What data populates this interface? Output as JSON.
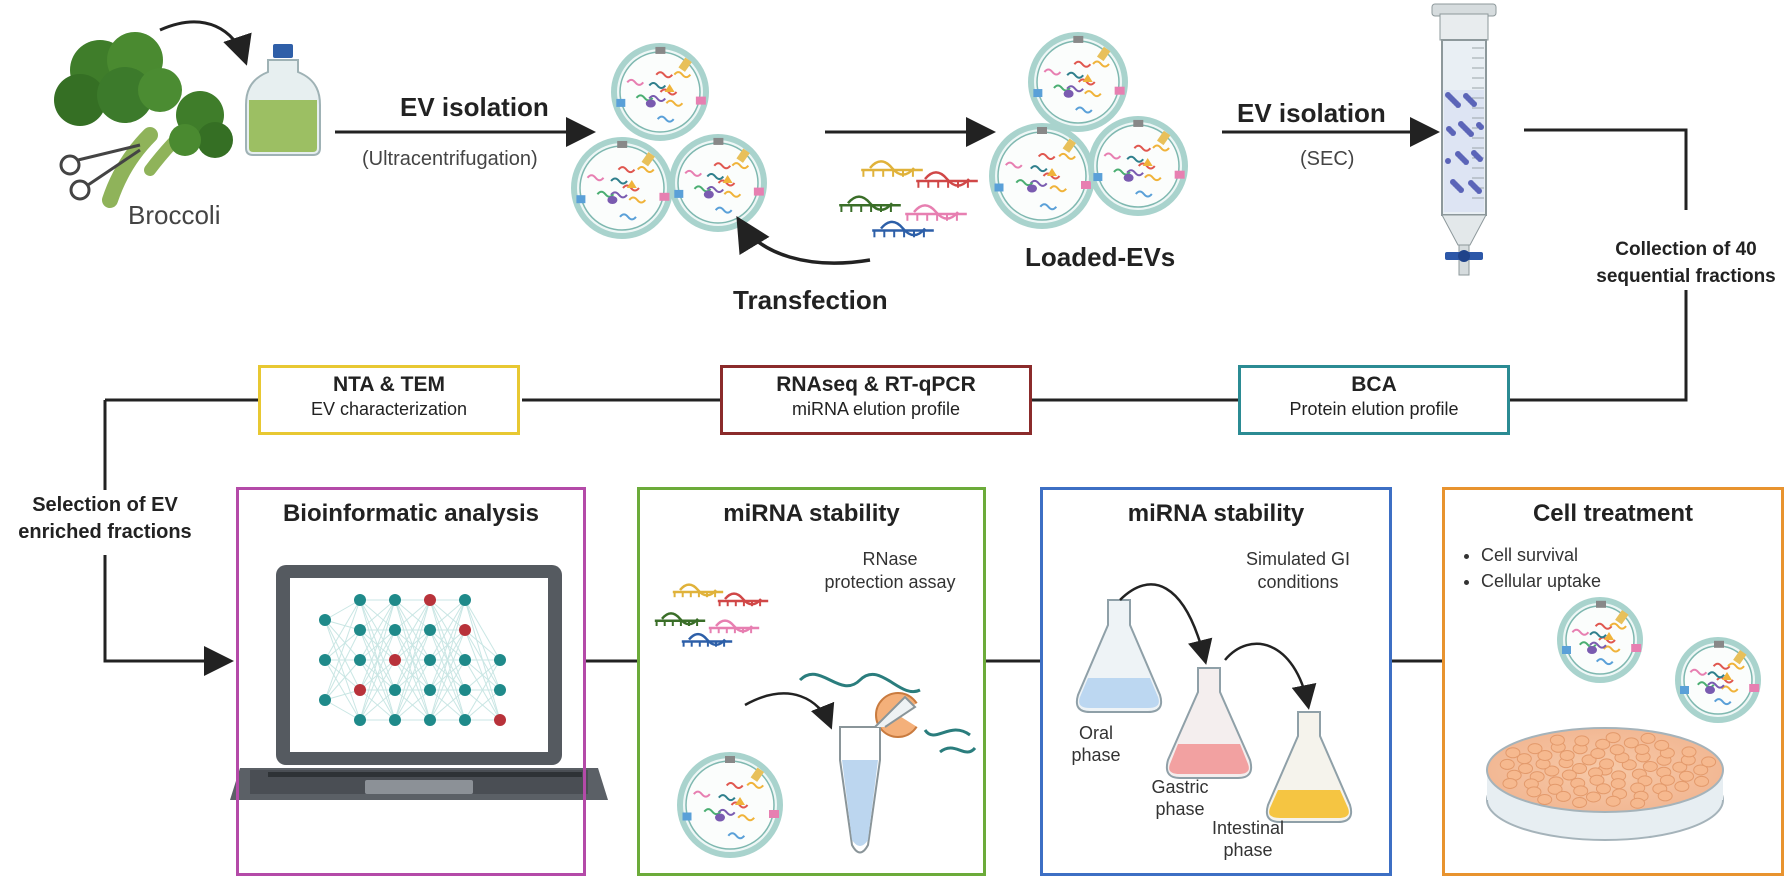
{
  "colors": {
    "line": "#222222",
    "ntaBox": "#e8c832",
    "rnaBox": "#8b2b2b",
    "bcaBox": "#2b8b93",
    "bioPanel": "#b44aa8",
    "stability1Panel": "#6cab3a",
    "stability2Panel": "#3d6fc4",
    "cellPanel": "#e8932f"
  },
  "top": {
    "broccoli_label": "Broccoli",
    "ev_isolation_1": "EV isolation",
    "ultracentrifugation": "(Ultracentrifugation)",
    "transfection": "Transfection",
    "loaded_evs": "Loaded-EVs",
    "ev_isolation_2": "EV isolation",
    "sec": "(SEC)",
    "collection_line1": "Collection of 40",
    "collection_line2": "sequential fractions"
  },
  "methods": {
    "nta": {
      "title": "NTA & TEM",
      "subtitle": "EV characterization"
    },
    "rna": {
      "title": "RNAseq & RT-qPCR",
      "subtitle": "miRNA elution profile"
    },
    "bca": {
      "title": "BCA",
      "subtitle": "Protein elution profile"
    }
  },
  "selection_line1": "Selection of EV",
  "selection_line2": "enriched fractions",
  "panels": {
    "bioinformatic": {
      "title": "Bioinformatic analysis"
    },
    "stability1": {
      "title": "miRNA stability",
      "rnase_line1": "RNase",
      "rnase_line2": "protection assay"
    },
    "stability2": {
      "title": "miRNA stability",
      "gi_line1": "Simulated GI",
      "gi_line2": "conditions",
      "oral_line1": "Oral",
      "oral_line2": "phase",
      "gastric_line1": "Gastric",
      "gastric_line2": "phase",
      "intestinal_line1": "Intestinal",
      "intestinal_line2": "phase"
    },
    "cell": {
      "title": "Cell treatment",
      "bullets": [
        "Cell survival",
        "Cellular uptake"
      ]
    }
  }
}
